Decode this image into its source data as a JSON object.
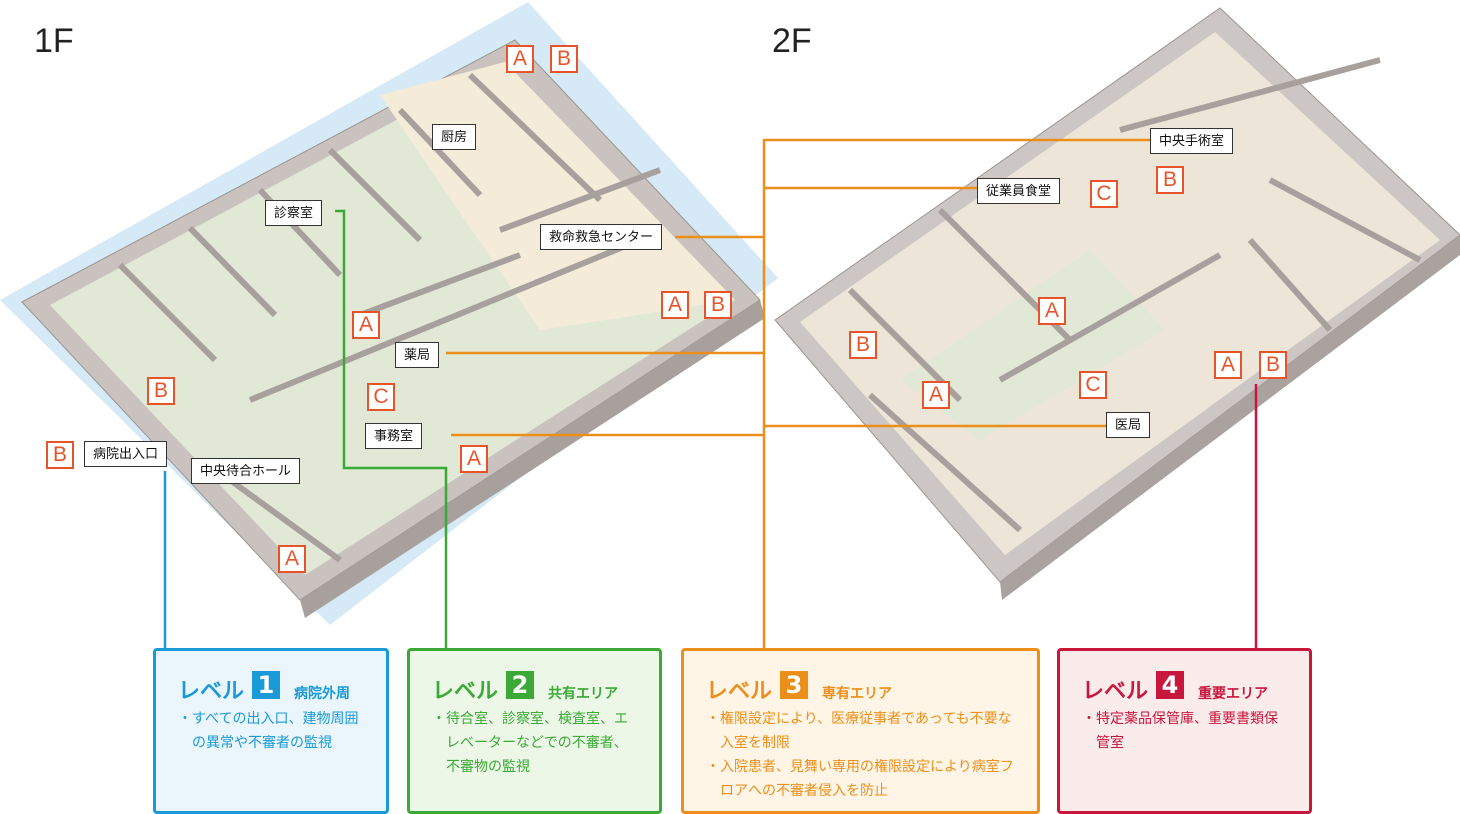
{
  "floors": {
    "f1": {
      "title": "1F",
      "rooms": {
        "kitchen": "厨房",
        "exam": "診察室",
        "emergency": "救命救急センター",
        "pharmacy": "薬局",
        "office": "事務室",
        "entrance": "病院出入口",
        "hall": "中央待合ホール"
      }
    },
    "f2": {
      "title": "2F",
      "rooms": {
        "surgery": "中央手術室",
        "cafeteria": "従業員食堂",
        "medical": "医局"
      }
    }
  },
  "marker_letters": [
    "A",
    "B",
    "C"
  ],
  "levels": [
    {
      "word": "レベル",
      "number": "1",
      "name": "病院外周",
      "color": "#1a9ad6",
      "bg": "#eaf5fc",
      "lines": [
        "・すべての出入口、建物周囲の異常や不審者の監視"
      ]
    },
    {
      "word": "レベル",
      "number": "2",
      "name": "共有エリア",
      "color": "#3aa935",
      "bg": "#edf7e8",
      "lines": [
        "・待合室、診察室、検査室、エレベーターなどでの不審者、不審物の監視"
      ]
    },
    {
      "word": "レベル",
      "number": "3",
      "name": "専有エリア",
      "color": "#ec8f1a",
      "bg": "#fef5e7",
      "lines": [
        "・権限設定により、医療従事者であっても不要な入室を制限",
        "・入院患者、見舞い専用の権限設定により病室フロアへの不審者侵入を防止"
      ]
    },
    {
      "word": "レベル",
      "number": "4",
      "name": "重要エリア",
      "color": "#c8163c",
      "bg": "#fbecec",
      "lines": [
        "・特定薬品保管庫、重要書類保管室"
      ]
    }
  ]
}
